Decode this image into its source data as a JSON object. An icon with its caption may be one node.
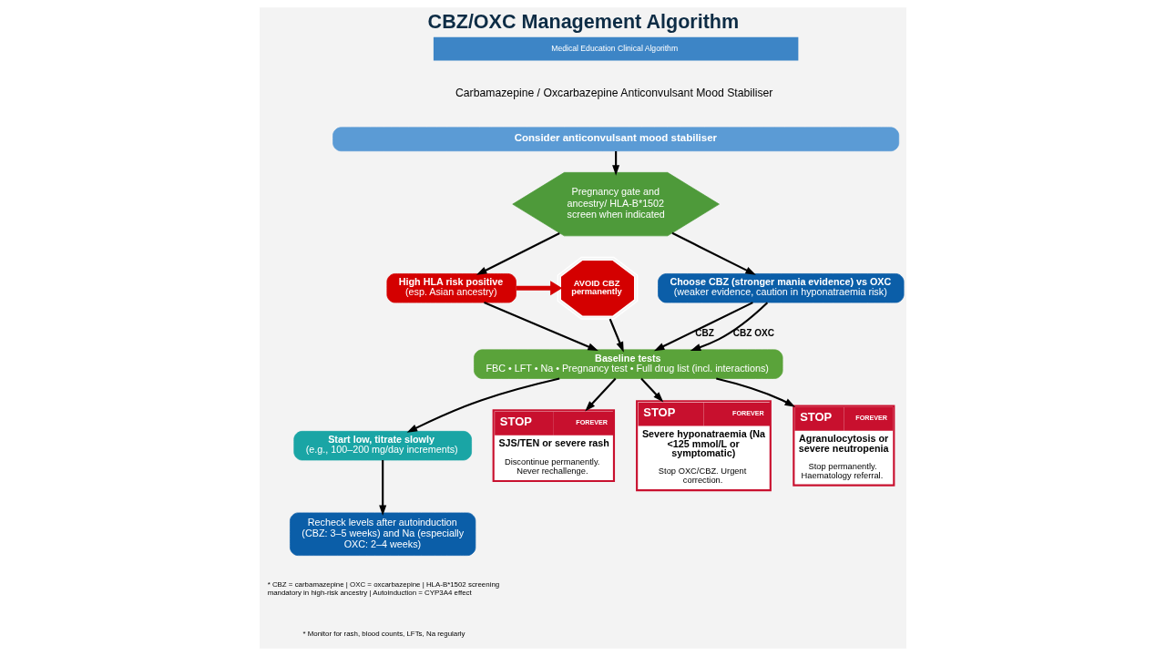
{
  "diagram": {
    "title": "CBZ/OXC Management Algorithm",
    "nodes": [
      {
        "text": [
          "Consider anticonvulsant mood stabiliser"
        ]
      },
      {
        "text": [
          "Pregnancy gate and ancestry/ HLA-B*1502 screen when indicated"
        ]
      },
      {
        "text": [
          "High HLA risk positive",
          "(esp. Asian ancestry)"
        ]
      },
      {
        "text": [
          "AVOID CBZ permanently"
        ]
      },
      {
        "text": [
          "Choose CBZ (stronger mania evidence) vs OXC",
          "(weaker evidence, caution in hyponatraemia risk)"
        ]
      },
      {
        "text": [
          "Baseline tests",
          "FBC • LFT • Na • Pregnancy test • Full drug list (incl. interactions)"
        ]
      },
      {
        "text": [
          "Start low, titrate slowly",
          "(e.g., 100–200 mg/day increments)"
        ]
      },
      {
        "text": [
          "Recheck levels after autoinduction (CBZ: 3–5 weeks) and Na (especially OXC: 2–4 weeks)"
        ]
      },
      {
        "text": [
          "STOP",
          "FOREVER",
          "SJS/TEN or severe rash",
          "Discontinue permanently. Never rechallenge."
        ]
      },
      {
        "text": [
          "STOP",
          "FOREVER",
          "Severe hyponatraemia (Na <125 mmol/L or symptomatic)",
          "Stop OXC/CBZ. Urgent correction."
        ]
      },
      {
        "text": [
          "STOP",
          "FOREVER",
          "Agranulocytosis or severe neutropenia",
          "Stop permanently. Haematology referral."
        ]
      }
    ],
    "edges": [
      {
        "from": 0,
        "to": 1,
        "arrow": "to"
      },
      {
        "from": 1,
        "to": 2,
        "arrow": "to"
      },
      {
        "from": 1,
        "to": 4,
        "arrow": "to"
      },
      {
        "from": 2,
        "to": 3,
        "arrow": "to",
        "style": "thick",
        "color": "#d40000"
      },
      {
        "from": 2,
        "to": 5,
        "arrow": "to"
      },
      {
        "from": 3,
        "to": 5,
        "arrow": "to"
      },
      {
        "from": 4,
        "to": 5,
        "arrow": "to",
        "label": "CBZ"
      },
      {
        "from": 4,
        "to": 5,
        "arrow": "to",
        "label": "CBZ OXC"
      },
      {
        "from": 5,
        "to": 6,
        "arrow": "to"
      },
      {
        "from": 6,
        "to": 7,
        "arrow": "to"
      },
      {
        "from": 5,
        "to": 8,
        "arrow": "to"
      },
      {
        "from": 5,
        "to": 9,
        "arrow": "to"
      },
      {
        "from": 5,
        "to": 10,
        "arrow": "to"
      }
    ],
    "labels": [
      "Medical Education Clinical Algorithm",
      "Carbamazepine / Oxcarbazepine Anticonvulsant Mood Stabiliser",
      "* CBZ = carbamazepine | OXC = oxcarbazepine | HLA-B*1502 screening mandatory in high-risk ancestry | Autoinduction = CYP3A4 effect",
      "* Monitor for rash, blood counts, LFTs, Na regularly"
    ]
  }
}
